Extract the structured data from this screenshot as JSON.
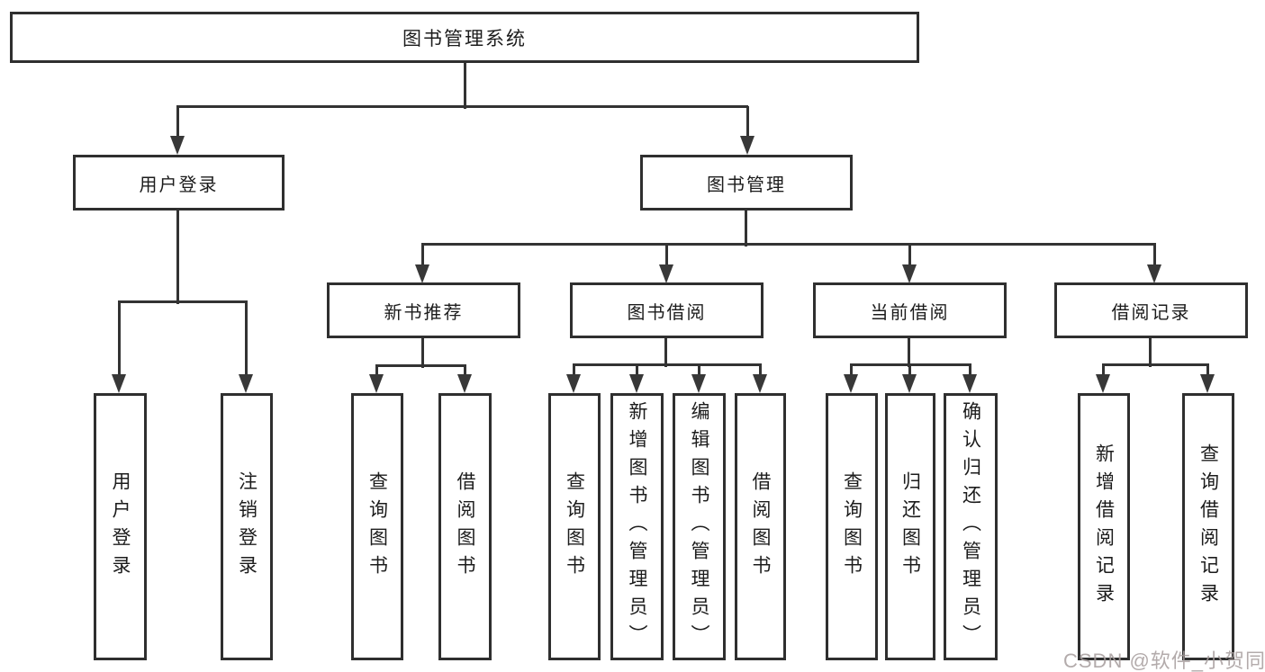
{
  "diagram": {
    "type": "tree-diagram",
    "tree": {
      "label": "图书管理系统",
      "children": [
        {
          "label": "用户登录",
          "children": [
            {
              "label": "用户登录"
            },
            {
              "label": "注销登录"
            }
          ]
        },
        {
          "label": "图书管理",
          "children": [
            {
              "label": "新书推荐",
              "children": [
                {
                  "label": "查询图书"
                },
                {
                  "label": "借阅图书"
                }
              ]
            },
            {
              "label": "图书借阅",
              "children": [
                {
                  "label": "查询图书"
                },
                {
                  "label": "新增图书（管理员）"
                },
                {
                  "label": "编辑图书（管理员）"
                },
                {
                  "label": "借阅图书"
                }
              ]
            },
            {
              "label": "当前借阅",
              "children": [
                {
                  "label": "查询图书"
                },
                {
                  "label": "归还图书"
                },
                {
                  "label": "确认归还（管理员）"
                }
              ]
            },
            {
              "label": "借阅记录",
              "children": [
                {
                  "label": "新增借阅记录"
                },
                {
                  "label": "查询借阅记录"
                }
              ]
            }
          ]
        }
      ]
    },
    "line_color": "#333333",
    "border_color": "#2f2f2f",
    "text_color": "#1c1c1c"
  },
  "watermark": "CSDN @软件_小贺同学"
}
